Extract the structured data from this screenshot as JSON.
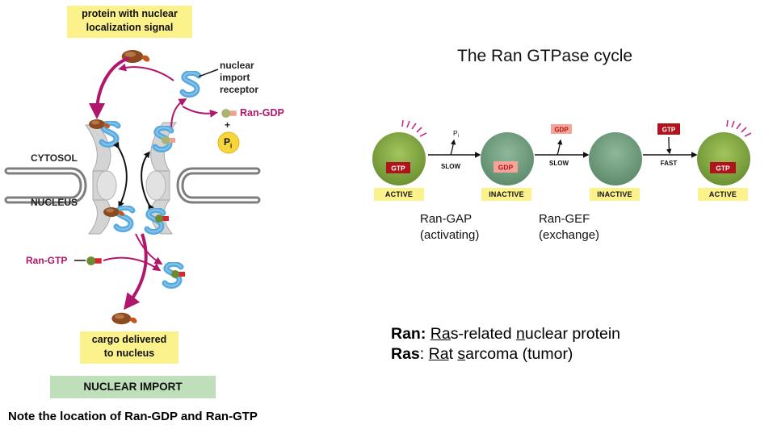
{
  "left_panel": {
    "cargo_top_label_line1": "protein with nuclear",
    "cargo_top_label_line2": "localization signal",
    "receptor_label_line1": "nuclear",
    "receptor_label_line2": "import",
    "receptor_label_line3": "receptor",
    "ran_gdp_label": "Ran-GDP",
    "plus_sign": "+",
    "pi_label": "P",
    "pi_sub": "i",
    "cytosol_label": "CYTOSOL",
    "nucleus_label": "NUCLEUS",
    "ran_gtp_label": "Ran-GTP",
    "cargo_bottom_label_line1": "cargo delivered",
    "cargo_bottom_label_line2": "to nucleus",
    "process_bar": "NUCLEAR IMPORT",
    "note": "Note the location of Ran-GDP and Ran-GTP"
  },
  "right_panel": {
    "title": "The Ran GTPase cycle",
    "states": [
      {
        "badge": "GTP",
        "status": "ACTIVE"
      },
      {
        "badge": "GDP",
        "status": "INACTIVE"
      },
      {
        "badge": "",
        "status": "INACTIVE"
      },
      {
        "badge": "GTP",
        "status": "ACTIVE"
      }
    ],
    "transitions": [
      {
        "rate": "SLOW",
        "released": "P",
        "released_sub": "i"
      },
      {
        "rate": "SLOW",
        "released": "GDP"
      },
      {
        "rate": "FAST",
        "added": "GTP"
      }
    ],
    "gap_line1": "Ran-GAP",
    "gap_line2": "(activating)",
    "gef_line1": "Ran-GEF",
    "gef_line2": "(exchange)"
  },
  "definitions": {
    "ran_term": "Ran:",
    "ran_u1": "Ra",
    "ran_t1": "s-related ",
    "ran_u2": "n",
    "ran_t2": "uclear protein",
    "ras_term": "Ras",
    "ras_colon": ": ",
    "ras_u1": "Ra",
    "ras_t1": "t ",
    "ras_u2": "s",
    "ras_t2": "arcoma (tumor)"
  },
  "colors": {
    "magenta": "#b0166b",
    "label_yellow": "#fbf28b",
    "import_green": "#bedfb9",
    "active_green": "#7ea43a",
    "inactive_green": "#6f9d7e",
    "gtp_red": "#b0131b",
    "gdp_salmon": "#f2a598",
    "receptor_blue": "#58a9de",
    "cargo_brown": "#8b4a1f"
  }
}
